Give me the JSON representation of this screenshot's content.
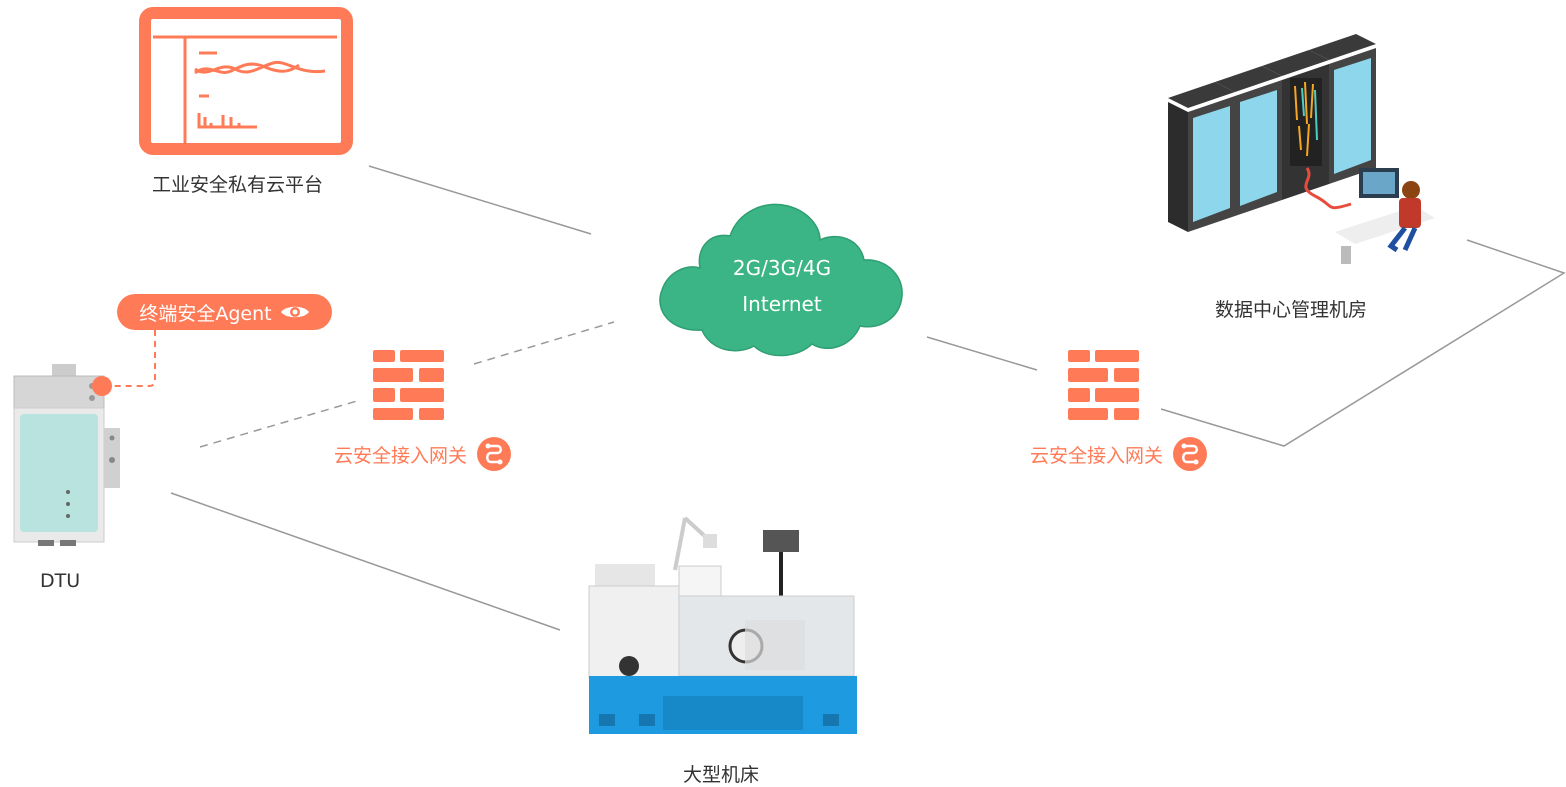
{
  "diagram": {
    "nodes": {
      "cloud_platform": {
        "label": "工业安全私有云平台",
        "icon": "dashboard-monitor-icon"
      },
      "internet": {
        "line1": "2G/3G/4G",
        "line2": "Internet",
        "icon": "cloud-icon"
      },
      "data_center": {
        "label": "数据中心管理机房",
        "icon": "server-room-icon"
      },
      "dtu": {
        "label": "DTU",
        "icon": "dtu-device-icon"
      },
      "lathe": {
        "label": "大型机床",
        "icon": "lathe-machine-icon"
      },
      "gateway_left": {
        "label": "云安全接入网关",
        "icon": "firewall-icon",
        "badge_icon": "link-icon"
      },
      "gateway_right": {
        "label": "云安全接入网关",
        "icon": "firewall-icon",
        "badge_icon": "link-icon"
      },
      "agent": {
        "label": "终端安全Agent",
        "icon": "eye-icon"
      }
    },
    "colors": {
      "accent": "#ff7b57",
      "cloud": "#3bb585",
      "line": "#999999",
      "text": "#333333"
    }
  }
}
